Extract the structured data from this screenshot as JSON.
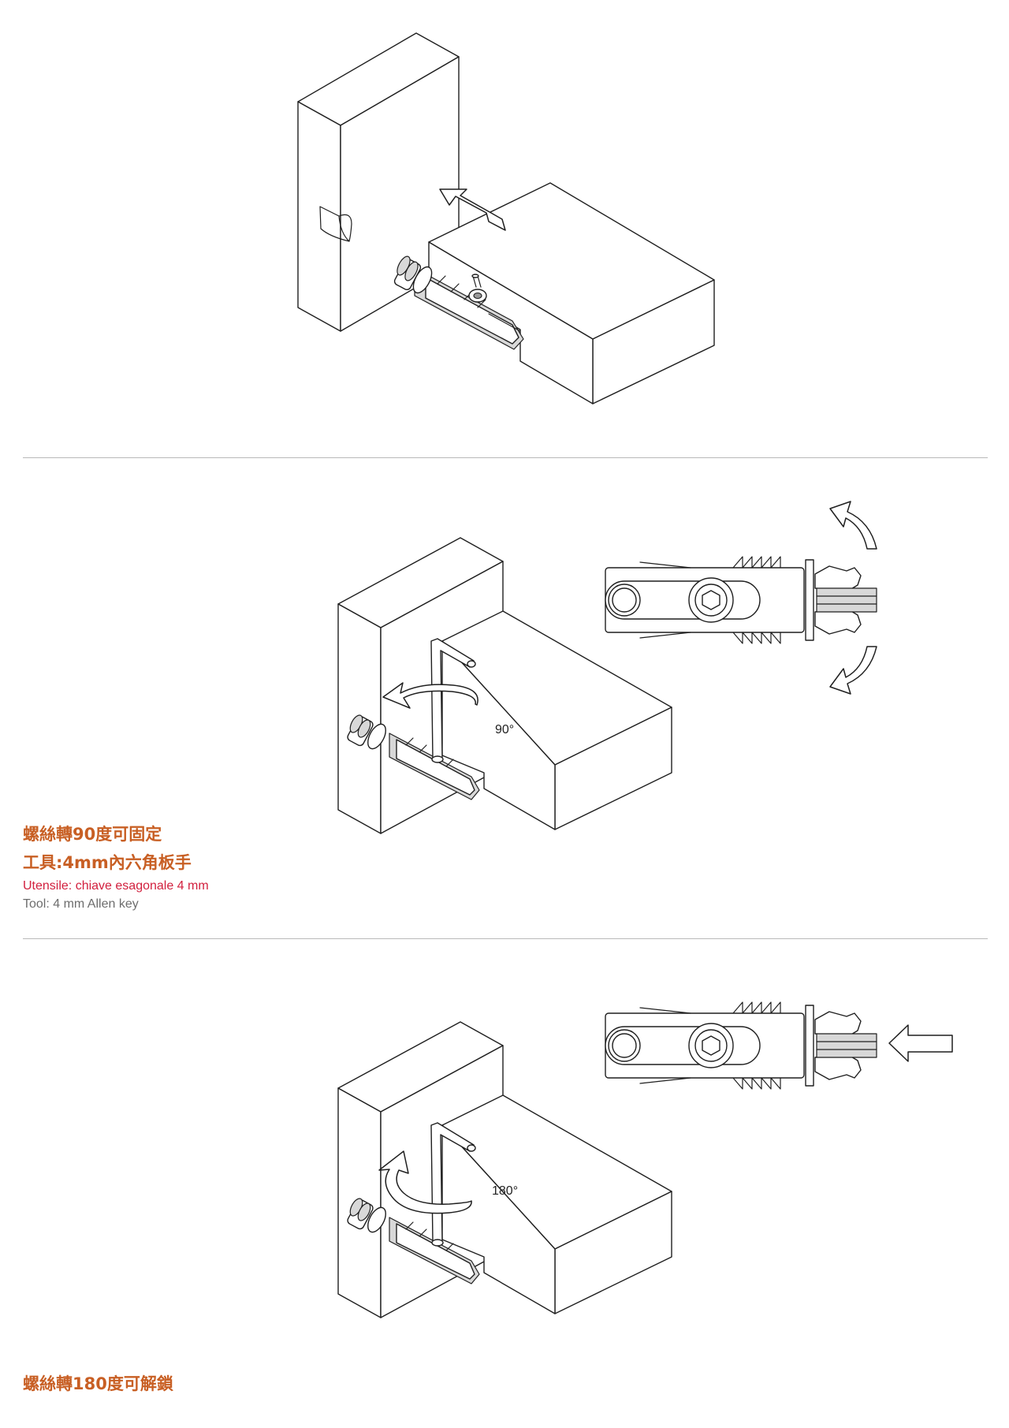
{
  "step2": {
    "angle_label": "90°"
  },
  "step3": {
    "angle_label": "180°"
  },
  "caption_lock": {
    "zh_line1": "螺絲轉90度可固定",
    "zh_line2": "工具:4mm內六角板手",
    "it": "Utensile: chiave esagonale 4 mm",
    "en": "Tool: 4 mm Allen key"
  },
  "caption_unlock": {
    "zh": "螺絲轉180度可解鎖"
  },
  "colors": {
    "zh_text": "#c85f24",
    "it_text": "#d2203e",
    "en_text": "#6d6d6d",
    "divider": "#b9b9b9",
    "line": "#1f1f1f"
  }
}
